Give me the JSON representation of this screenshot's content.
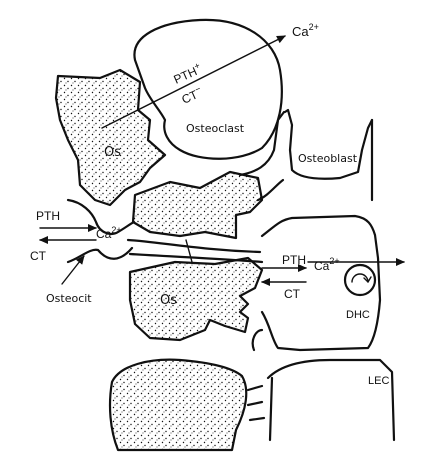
{
  "labels": {
    "ca_top": "Ca",
    "ca_top_sup": "2+",
    "pth_plus": "PTH",
    "pth_plus_sup": "+",
    "ct_minus": "CT",
    "ct_minus_sup": "−",
    "os_upper": "Os",
    "osteoclast": "Osteoclast",
    "osteoblast": "Osteoblast",
    "pth_left": "PTH",
    "ca_left": "Ca",
    "ca_left_sup": "2+",
    "ct_left": "CT",
    "osteocit": "Osteocit",
    "os_lower": "Os",
    "pth_right": "PTH",
    "ct_right": "CT",
    "ca_right": "Ca",
    "ca_right_sup": "2+",
    "dhc": "DHC",
    "lec": "LEC"
  },
  "colors": {
    "ink": "#111111",
    "background": "#ffffff"
  },
  "icons": {
    "pump": "circular-arrow-icon"
  }
}
